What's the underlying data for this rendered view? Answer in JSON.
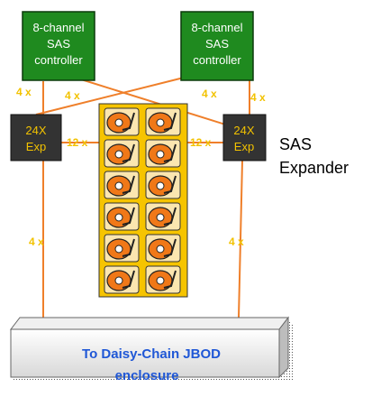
{
  "colors": {
    "controller_fill": "#1f8a1f",
    "controller_text": "#ffffff",
    "controller_border": "#0b3a0b",
    "expander_fill": "#333333",
    "expander_text": "#f2c200",
    "link_color": "#ef7f2a",
    "label_color": "#f2c200",
    "disk_panel": "#f6c400",
    "disk_orange": "#f07818",
    "jbod_text": "#1f57d6"
  },
  "controllers": [
    {
      "line1": "8-channel",
      "line2": "SAS",
      "line3": "controller"
    },
    {
      "line1": "8-channel",
      "line2": "SAS",
      "line3": "controller"
    }
  ],
  "expanders": [
    {
      "line1": "24X",
      "line2": "Exp"
    },
    {
      "line1": "24X",
      "line2": "Exp"
    }
  ],
  "link_labels": {
    "ctrl_left_down": "4 x",
    "ctrl_left_cross": "4 x",
    "ctrl_right_cross": "4 x",
    "ctrl_right_down": "4 x",
    "exp_left_to_disks": "12 x",
    "exp_right_to_disks": "12 x",
    "exp_left_to_jbod": "4 x",
    "exp_right_to_jbod": "4 x"
  },
  "sas_expander_label": {
    "line1": "SAS",
    "line2": "Expander"
  },
  "disk_rows": 6,
  "disk_cols": 2,
  "jbod": {
    "line1": "To Daisy-Chain JBOD",
    "line2": "enclosure"
  }
}
